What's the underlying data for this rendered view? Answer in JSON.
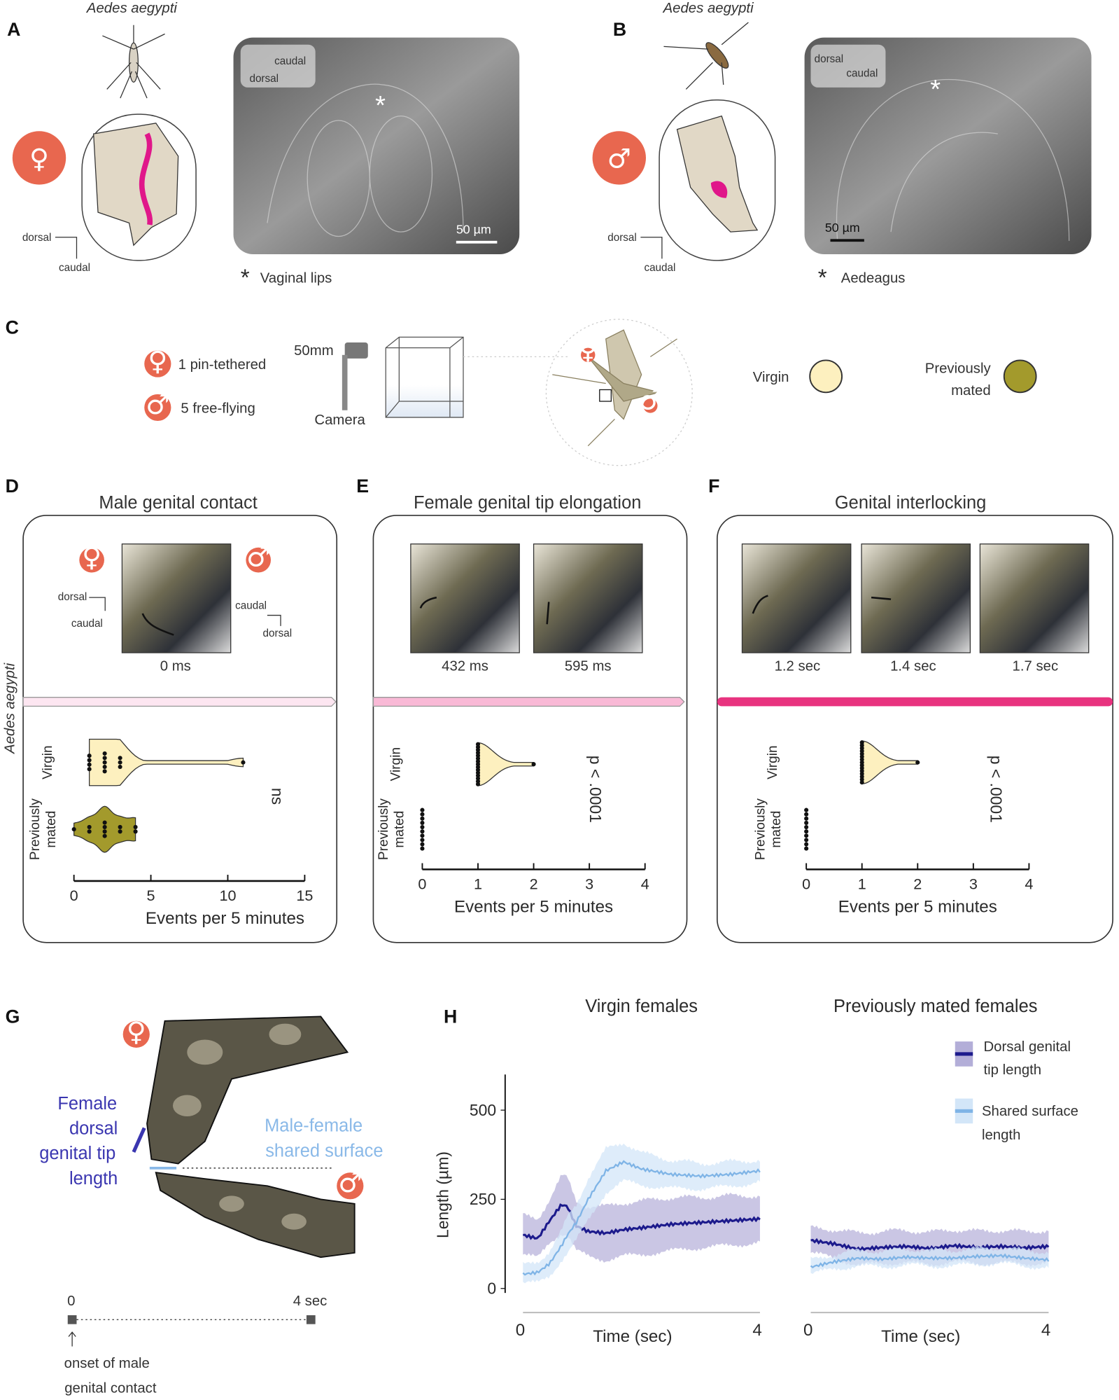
{
  "panels": {
    "A": {
      "letter": "A",
      "species": "Aedes aegypti",
      "sex_symbol": "♀",
      "orient_dorsal": "dorsal",
      "orient_caudal": "caudal",
      "scale": "50 µm",
      "asterisk": "*",
      "caption": "Vaginal lips"
    },
    "B": {
      "letter": "B",
      "species": "Aedes aegypti",
      "sex_symbol": "♂",
      "orient_dorsal": "dorsal",
      "orient_caudal": "caudal",
      "scale": "50 µm",
      "asterisk": "*",
      "caption": "Aedeagus"
    },
    "C": {
      "letter": "C",
      "female_symbol": "♀",
      "female_label": "1 pin-tethered",
      "male_symbol": "♂",
      "male_label": "5 free-flying",
      "lens": "50mm",
      "camera": "Camera",
      "virgin": "Virgin",
      "mated_line1": "Previously",
      "mated_line2": "mated"
    },
    "D": {
      "letter": "D",
      "title": "Male genital contact",
      "female_symbol": "♀",
      "male_symbol": "♂",
      "f_dorsal": "dorsal",
      "f_caudal": "caudal",
      "m_caudal": "caudal",
      "m_dorsal": "dorsal",
      "frames": [
        "0 ms"
      ],
      "stat": "ns"
    },
    "E": {
      "letter": "E",
      "title": "Female genital tip elongation",
      "frames": [
        "432 ms",
        "595 ms"
      ],
      "stat": "p < .0001"
    },
    "F": {
      "letter": "F",
      "title": "Genital interlocking",
      "frames": [
        "1.2 sec",
        "1.4 sec",
        "1.7 sec"
      ],
      "stat": "p < .0001"
    },
    "side_label": "Aedes aegypti",
    "G": {
      "letter": "G",
      "female_symbol": "♀",
      "male_symbol": "♂",
      "female_label": [
        "Female",
        "dorsal",
        "genital tip",
        "length"
      ],
      "shared_label": [
        "Male-female",
        "shared surface"
      ],
      "t0": "0",
      "t1": "4 sec",
      "onset": [
        "onset of male",
        "genital contact"
      ]
    },
    "H": {
      "letter": "H"
    }
  },
  "colors": {
    "accent": "#e8674f",
    "virgin": "#fdf0bf",
    "mated": "#a39a2c",
    "bar_D": "#fde6f1",
    "bar_E": "#f9b9d6",
    "bar_F": "#e8337f",
    "dorsal": "#1c1a8c",
    "dorsal_band": "#b3aed8",
    "shared": "#7fb4e6",
    "shared_band": "#d3e6f8"
  },
  "chart_data": [
    {
      "type": "violin",
      "panel": "D",
      "xlabel": "Events per 5 minutes",
      "xlim": [
        0,
        15
      ],
      "xticks": [
        0,
        5,
        10,
        15
      ],
      "categories": [
        "Virgin",
        "Previously mated"
      ],
      "category_labels": [
        [
          "Virgin"
        ],
        [
          "Previously",
          "mated"
        ]
      ],
      "series": [
        {
          "name": "Virgin",
          "values": [
            1,
            1,
            1,
            1,
            2,
            2,
            2,
            2,
            2,
            3,
            3,
            3,
            11
          ]
        },
        {
          "name": "Previously mated",
          "values": [
            0,
            1,
            1,
            2,
            2,
            2,
            2,
            3,
            3,
            4,
            4
          ]
        }
      ],
      "annotation": "ns"
    },
    {
      "type": "violin",
      "panel": "E",
      "xlabel": "Events per 5 minutes",
      "xlim": [
        0,
        4
      ],
      "xticks": [
        0,
        1,
        2,
        3,
        4
      ],
      "categories": [
        "Virgin",
        "Previously mated"
      ],
      "category_labels": [
        [
          "Virgin"
        ],
        [
          "Previously",
          "mated"
        ]
      ],
      "series": [
        {
          "name": "Virgin",
          "values": [
            1,
            1,
            1,
            1,
            1,
            1,
            1,
            1,
            1,
            1,
            1,
            1,
            1,
            1,
            1,
            2
          ]
        },
        {
          "name": "Previously mated",
          "values": [
            0,
            0,
            0,
            0,
            0,
            0,
            0,
            0,
            0,
            0
          ]
        }
      ],
      "annotation": "p < .0001"
    },
    {
      "type": "violin",
      "panel": "F",
      "xlabel": "Events per 5 minutes",
      "xlim": [
        0,
        4
      ],
      "xticks": [
        0,
        1,
        2,
        3,
        4
      ],
      "categories": [
        "Virgin",
        "Previously mated"
      ],
      "category_labels": [
        [
          "Virgin"
        ],
        [
          "Previously",
          "mated"
        ]
      ],
      "series": [
        {
          "name": "Virgin",
          "values": [
            1,
            1,
            1,
            1,
            1,
            1,
            1,
            1,
            1,
            1,
            1,
            1,
            1,
            1,
            1,
            2
          ]
        },
        {
          "name": "Previously mated",
          "values": [
            0,
            0,
            0,
            0,
            0,
            0,
            0,
            0,
            0,
            0
          ]
        }
      ],
      "annotation": "p < .0001"
    },
    {
      "type": "line",
      "panel": "H",
      "title": "Virgin females",
      "xlabel": "Time (sec)",
      "ylabel": "Length (µm)",
      "xlim": [
        0,
        4
      ],
      "ylim": [
        0,
        500
      ],
      "xticks": [
        "0",
        "4"
      ],
      "yticks": [
        "0",
        "250",
        "500"
      ],
      "x": [
        0,
        0.25,
        0.45,
        0.65,
        0.75,
        0.9,
        1.1,
        1.4,
        1.7,
        2.0,
        2.5,
        3.0,
        3.5,
        4.0
      ],
      "series": [
        {
          "name": "Dorsal genital tip length",
          "values": [
            150,
            140,
            190,
            235,
            230,
            175,
            160,
            155,
            165,
            170,
            180,
            185,
            190,
            195
          ],
          "band": [
            55,
            55,
            60,
            80,
            80,
            70,
            70,
            75,
            75,
            75,
            75,
            70,
            70,
            65
          ]
        },
        {
          "name": "Shared surface length",
          "values": [
            40,
            45,
            70,
            120,
            150,
            185,
            250,
            330,
            355,
            335,
            320,
            315,
            320,
            330
          ],
          "band": [
            25,
            30,
            35,
            40,
            50,
            50,
            60,
            60,
            55,
            45,
            40,
            35,
            35,
            30
          ]
        }
      ]
    },
    {
      "type": "line",
      "panel": "H",
      "title": "Previously mated females",
      "xlabel": "Time (sec)",
      "xlim": [
        0,
        4
      ],
      "ylim": [
        0,
        500
      ],
      "xticks": [
        "0",
        "4"
      ],
      "x": [
        0,
        0.4,
        0.8,
        1.2,
        1.6,
        2.0,
        2.4,
        2.8,
        3.2,
        3.6,
        4.0
      ],
      "series": [
        {
          "name": "Dorsal genital tip length",
          "values": [
            135,
            125,
            110,
            115,
            118,
            112,
            120,
            115,
            118,
            114,
            118
          ],
          "band": [
            35,
            40,
            45,
            45,
            45,
            45,
            45,
            45,
            45,
            45,
            45
          ]
        },
        {
          "name": "Shared surface length",
          "values": [
            60,
            75,
            85,
            82,
            88,
            85,
            85,
            90,
            92,
            85,
            80
          ],
          "band": [
            20,
            20,
            22,
            22,
            22,
            22,
            22,
            22,
            22,
            22,
            22
          ]
        }
      ]
    }
  ],
  "legend": {
    "dorsal": [
      "Dorsal genital",
      "tip length"
    ],
    "shared": [
      "Shared surface",
      "length"
    ]
  }
}
